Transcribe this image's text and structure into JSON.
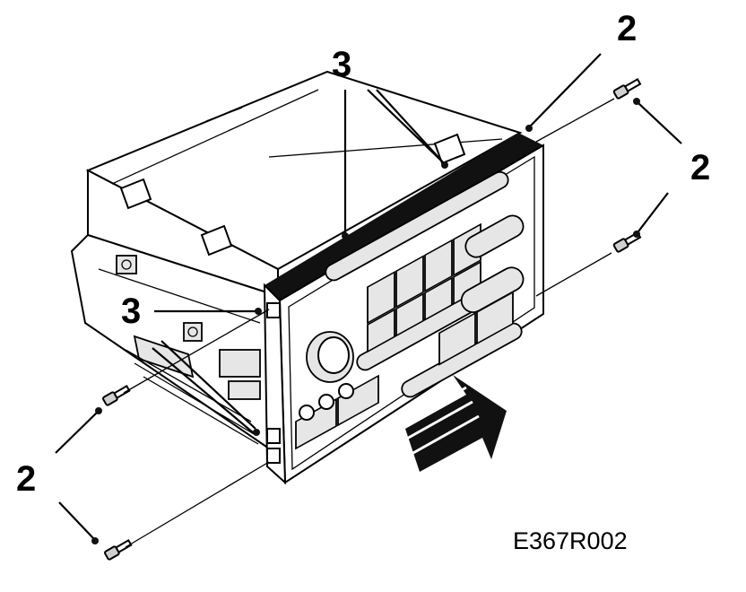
{
  "callouts": {
    "top_right": "2",
    "right": "2",
    "left_bottom": "2",
    "top": "3",
    "left": "3"
  },
  "figure_id": "E367R002",
  "icons": [
    "screw-icon",
    "arrow-icon"
  ]
}
